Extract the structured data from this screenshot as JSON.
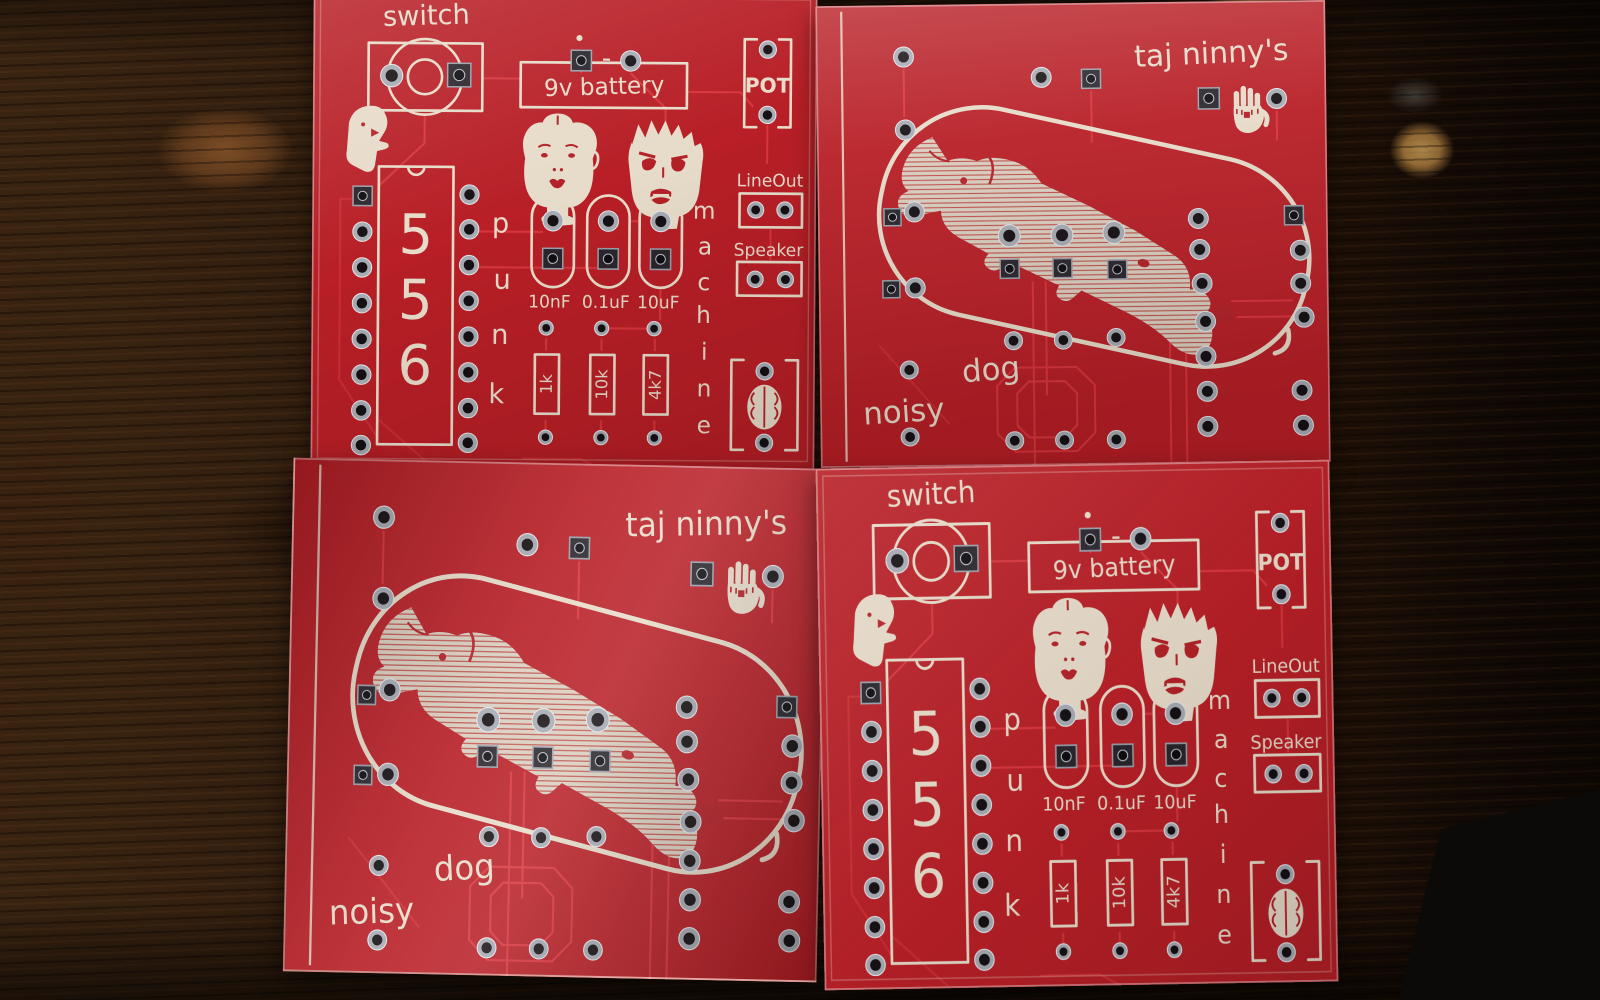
{
  "front_board": {
    "switch_label": "switch",
    "battery_label": "9v battery",
    "battery_minus": "-",
    "pot_label": "POT",
    "lineout_label": "LineOut",
    "speaker_label": "Speaker",
    "ic_label": "556",
    "ic_digits": [
      "5",
      "5",
      "6"
    ],
    "word_punk": [
      "p",
      "u",
      "n",
      "k"
    ],
    "word_machine": [
      "m",
      "a",
      "c",
      "h",
      "i",
      "n",
      "e"
    ],
    "capacitor_labels": [
      "10nF",
      "0.1uF",
      "10uF"
    ],
    "resistor_labels": [
      "1k",
      "10k",
      "4k7"
    ],
    "icons": [
      "punk-face",
      "angry-punk-face",
      "profile-face",
      "brain"
    ]
  },
  "back_board": {
    "title": "taj ninny's",
    "word_noisy": "noisy",
    "word_dog": "dog",
    "icons": [
      "hand",
      "sausage-dog-artwork"
    ]
  },
  "boards": [
    {
      "position": "top-left",
      "side": "front"
    },
    {
      "position": "top-right",
      "side": "back"
    },
    {
      "position": "bottom-left",
      "side": "back"
    },
    {
      "position": "bottom-right",
      "side": "front"
    }
  ],
  "colors": {
    "board_red": "#b81f26",
    "board_red_bright": "#cf2b31",
    "silkscreen": "#e7dbc9",
    "trace_red": "#e03a41",
    "pad_silver": "#a7abb2",
    "hole_dark": "#151013",
    "wood_dark": "#1c0f08",
    "wood_mid": "#36200f",
    "wood_light": "#6b4423",
    "knot_tan": "#c49a55",
    "black_object": "#0b0a08"
  }
}
